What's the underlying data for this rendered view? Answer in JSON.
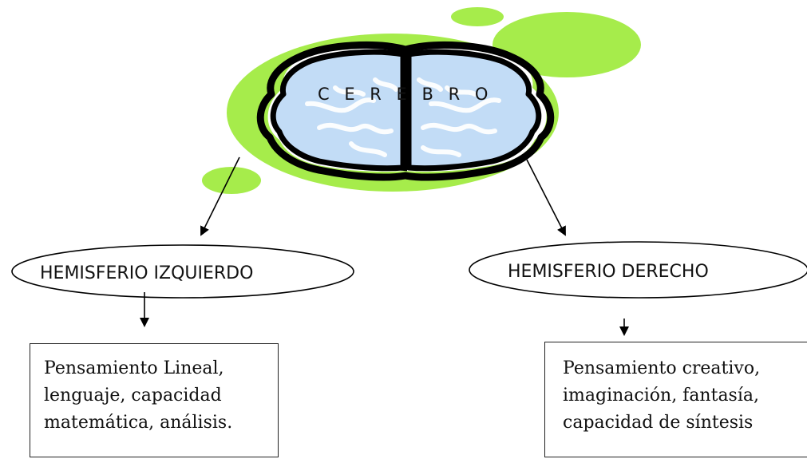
{
  "diagram": {
    "title": "C E R   E B R O",
    "left_hemisphere": {
      "label": "HEMISFERIO IZQUIERDO",
      "lines": [
        "Pensamiento Lineal,",
        "lenguaje, capacidad",
        "matemática, análisis."
      ]
    },
    "right_hemisphere": {
      "label": "HEMISFERIO DERECHO",
      "lines": [
        "Pensamiento creativo,",
        "imaginación, fantasía,",
        "capacidad de síntesis"
      ]
    },
    "colors": {
      "blob_green": "#a6ec4b",
      "brain_blue": "#c2dcf6",
      "outline": "#000000"
    },
    "icons": {
      "brain": "brain-icon"
    }
  }
}
